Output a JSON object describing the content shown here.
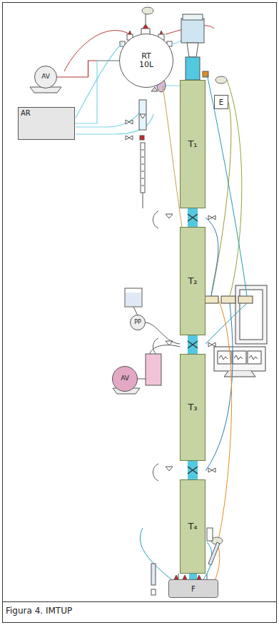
{
  "diagram": {
    "caption": "Figura 4. IMTUP",
    "nodes": [
      {
        "text": [
          "RT",
          "10L"
        ]
      },
      {
        "text": [
          "AV"
        ]
      },
      {
        "text": [
          "AR"
        ]
      },
      {
        "text": [
          "E"
        ]
      },
      {
        "text": [
          "T₁"
        ]
      },
      {
        "text": [
          "T₂"
        ]
      },
      {
        "text": [
          "T₃"
        ]
      },
      {
        "text": [
          "T₄"
        ]
      },
      {
        "text": [
          "PP"
        ]
      },
      {
        "text": [
          "AV"
        ]
      },
      {
        "text": [
          "F"
        ]
      }
    ],
    "edges": [
      {
        "from": 1,
        "to": 0,
        "arrow": "none"
      },
      {
        "from": 2,
        "to": 0,
        "arrow": "none"
      },
      {
        "from": 4,
        "to": 5,
        "arrow": "none"
      },
      {
        "from": 5,
        "to": 6,
        "arrow": "none"
      },
      {
        "from": 6,
        "to": 7,
        "arrow": "none"
      },
      {
        "from": 7,
        "to": 10,
        "arrow": "none"
      }
    ]
  }
}
